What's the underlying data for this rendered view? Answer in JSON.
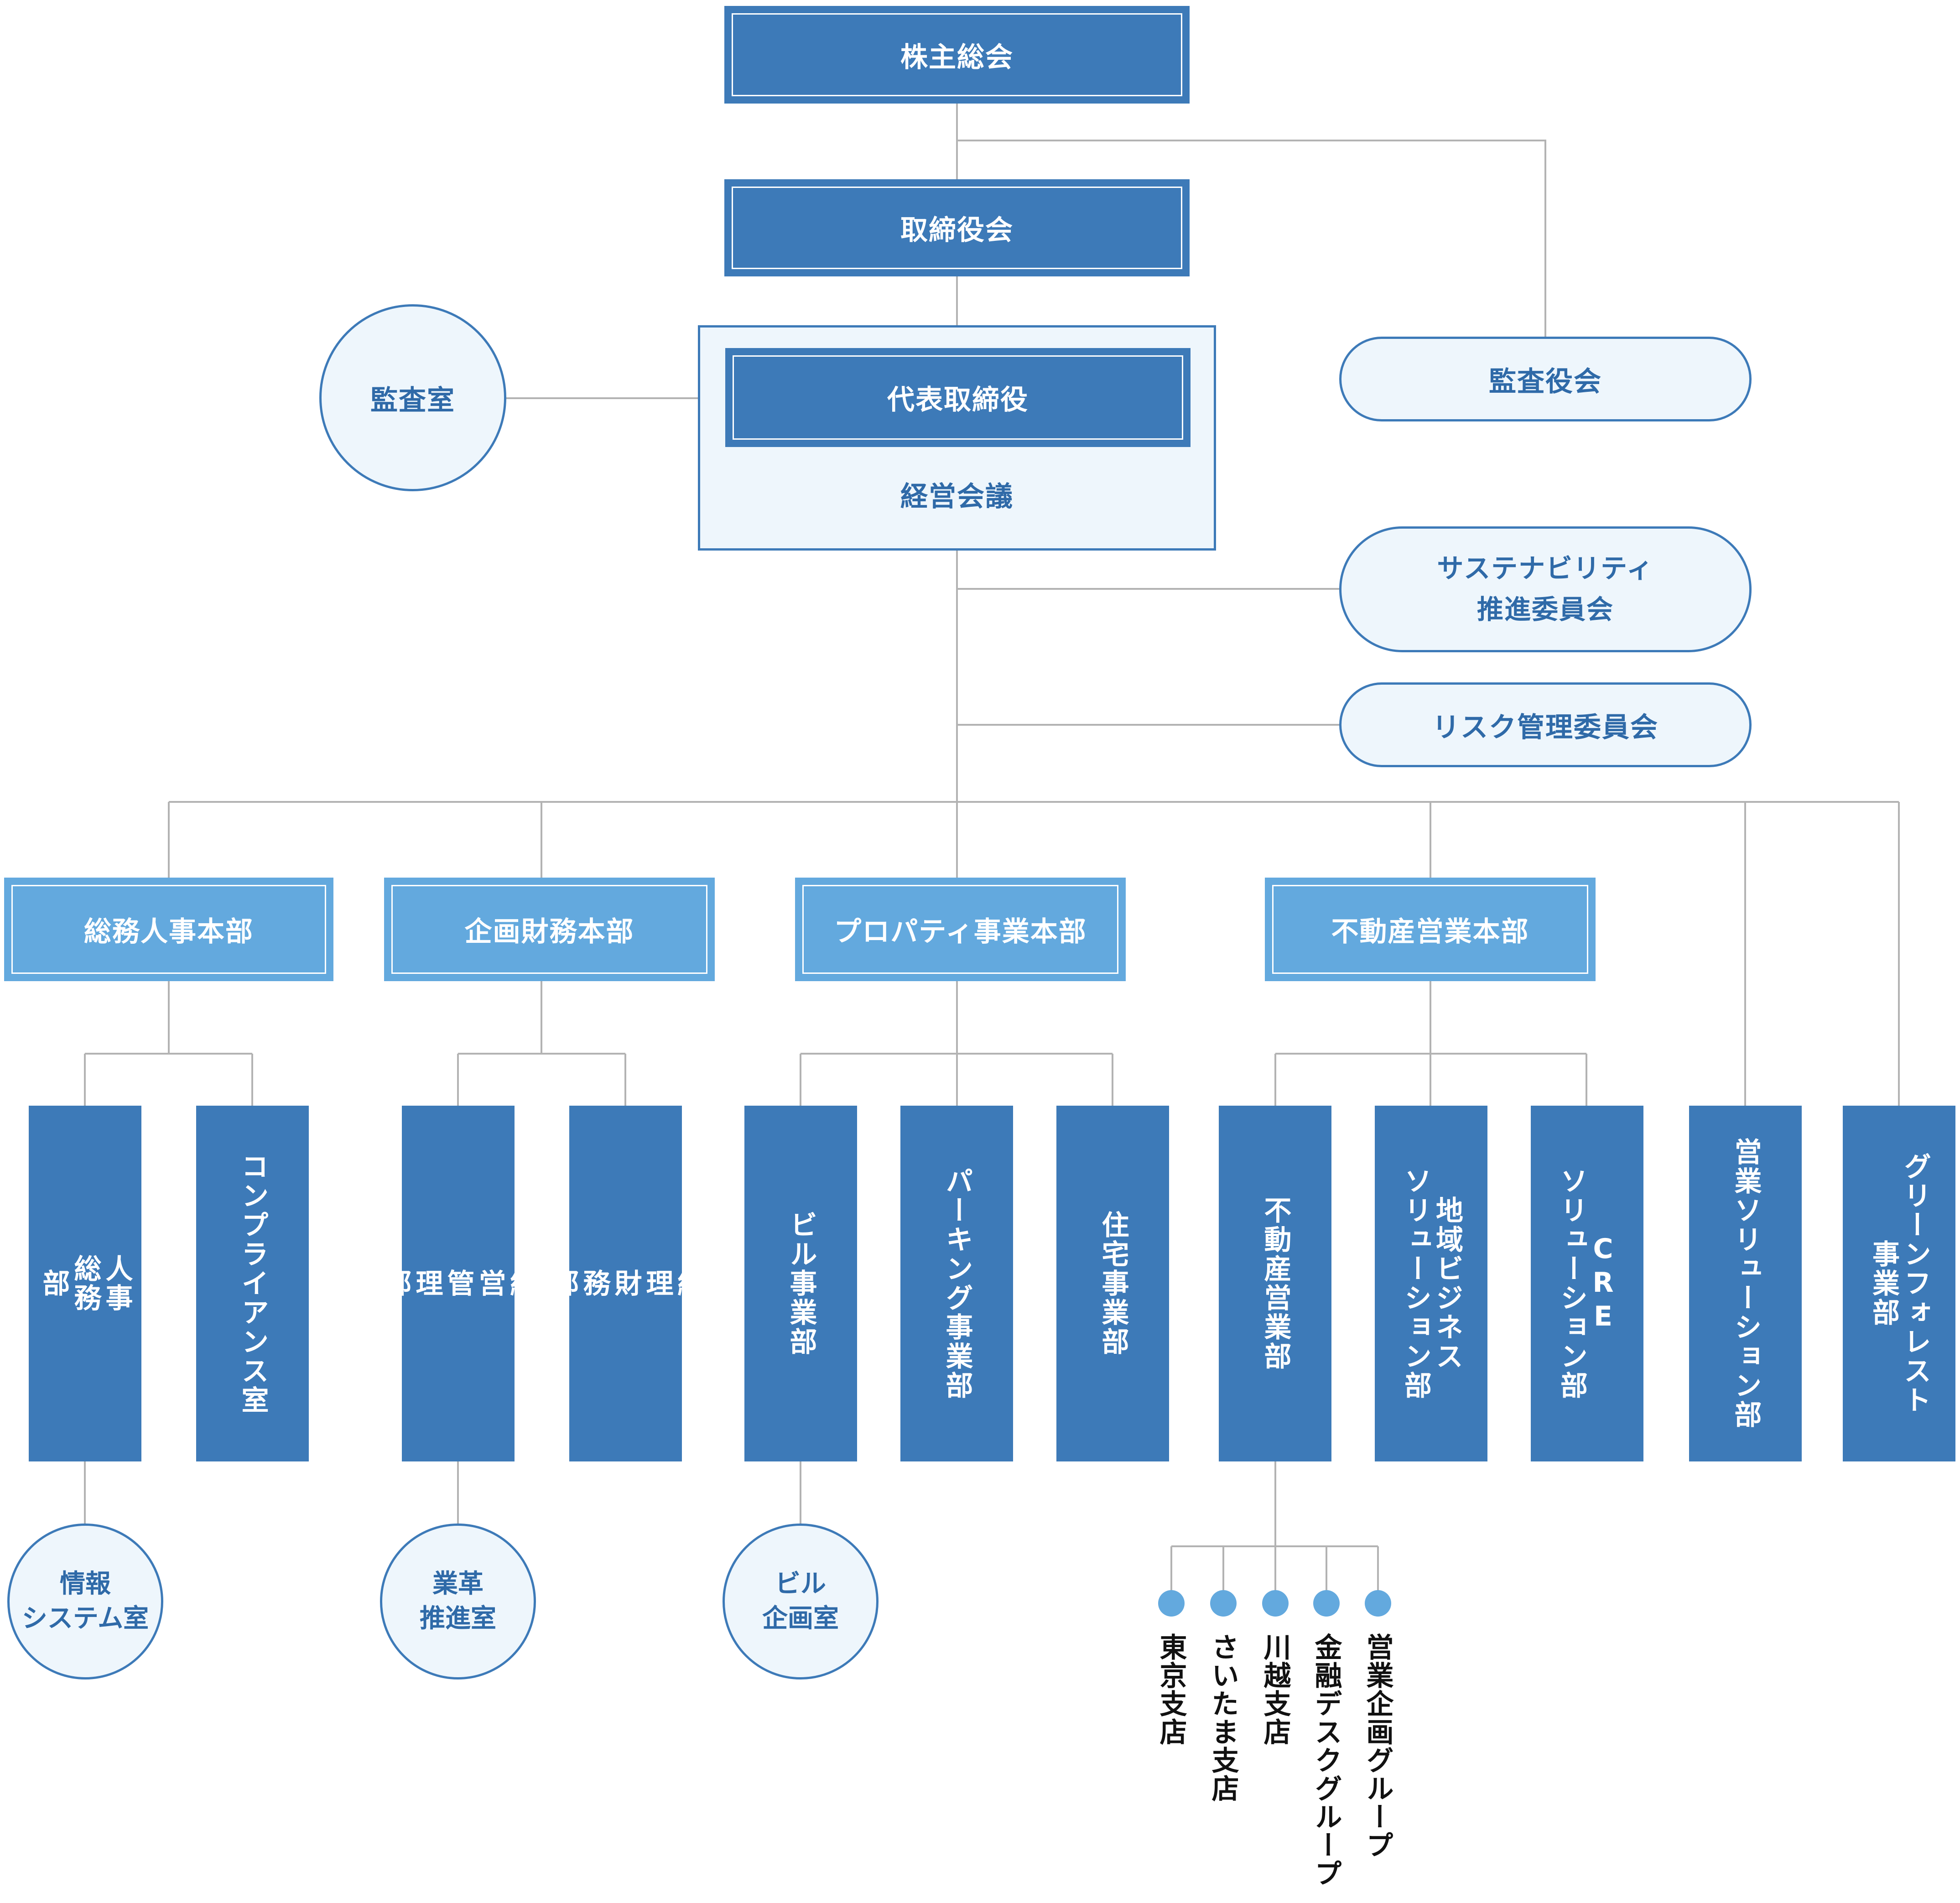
{
  "top": {
    "shareholders": "株主総会",
    "board": "取締役会",
    "ceo": "代表取締役",
    "management_meeting": "経営会議",
    "audit_office": "監査室",
    "audit_board": "監査役会",
    "sustainability_committee": "サステナビリティ\n推進委員会",
    "risk_committee": "リスク管理委員会"
  },
  "headquarters": [
    {
      "label": "総務人事本部"
    },
    {
      "label": "企画財務本部"
    },
    {
      "label": "プロパティ事業本部"
    },
    {
      "label": "不動産営業本部"
    }
  ],
  "departments": [
    {
      "label": "人事\n総務\n部"
    },
    {
      "label": "コンプライアンス室"
    },
    {
      "label": "経\n営\n管\n理\n部"
    },
    {
      "label": "経\n理\n財\n務\n部"
    },
    {
      "label": "ビル事業部"
    },
    {
      "label": "パーキング事業部"
    },
    {
      "label": "住宅事業部"
    },
    {
      "label": "不動産営業部"
    },
    {
      "label": "地域ビジネス\nソリューション部"
    },
    {
      "label": "CRE\nソリューション部"
    },
    {
      "label": "営業ソリューション部"
    },
    {
      "label": "グリーンフォレスト\n事業部"
    }
  ],
  "offices": [
    {
      "label": "情報\nシステム室"
    },
    {
      "label": "業革\n推進室"
    },
    {
      "label": "ビル\n企画室"
    }
  ],
  "branches": [
    {
      "label": "東京支店"
    },
    {
      "label": "さいたま支店"
    },
    {
      "label": "川越支店"
    },
    {
      "label": "金融デスクグループ"
    },
    {
      "label": "営業企画グループ"
    }
  ],
  "colors": {
    "dark_box": "#3d7ab8",
    "light_box": "#63a9de",
    "pale_fill": "#eef6fc",
    "connector": "#b3b3b3"
  }
}
